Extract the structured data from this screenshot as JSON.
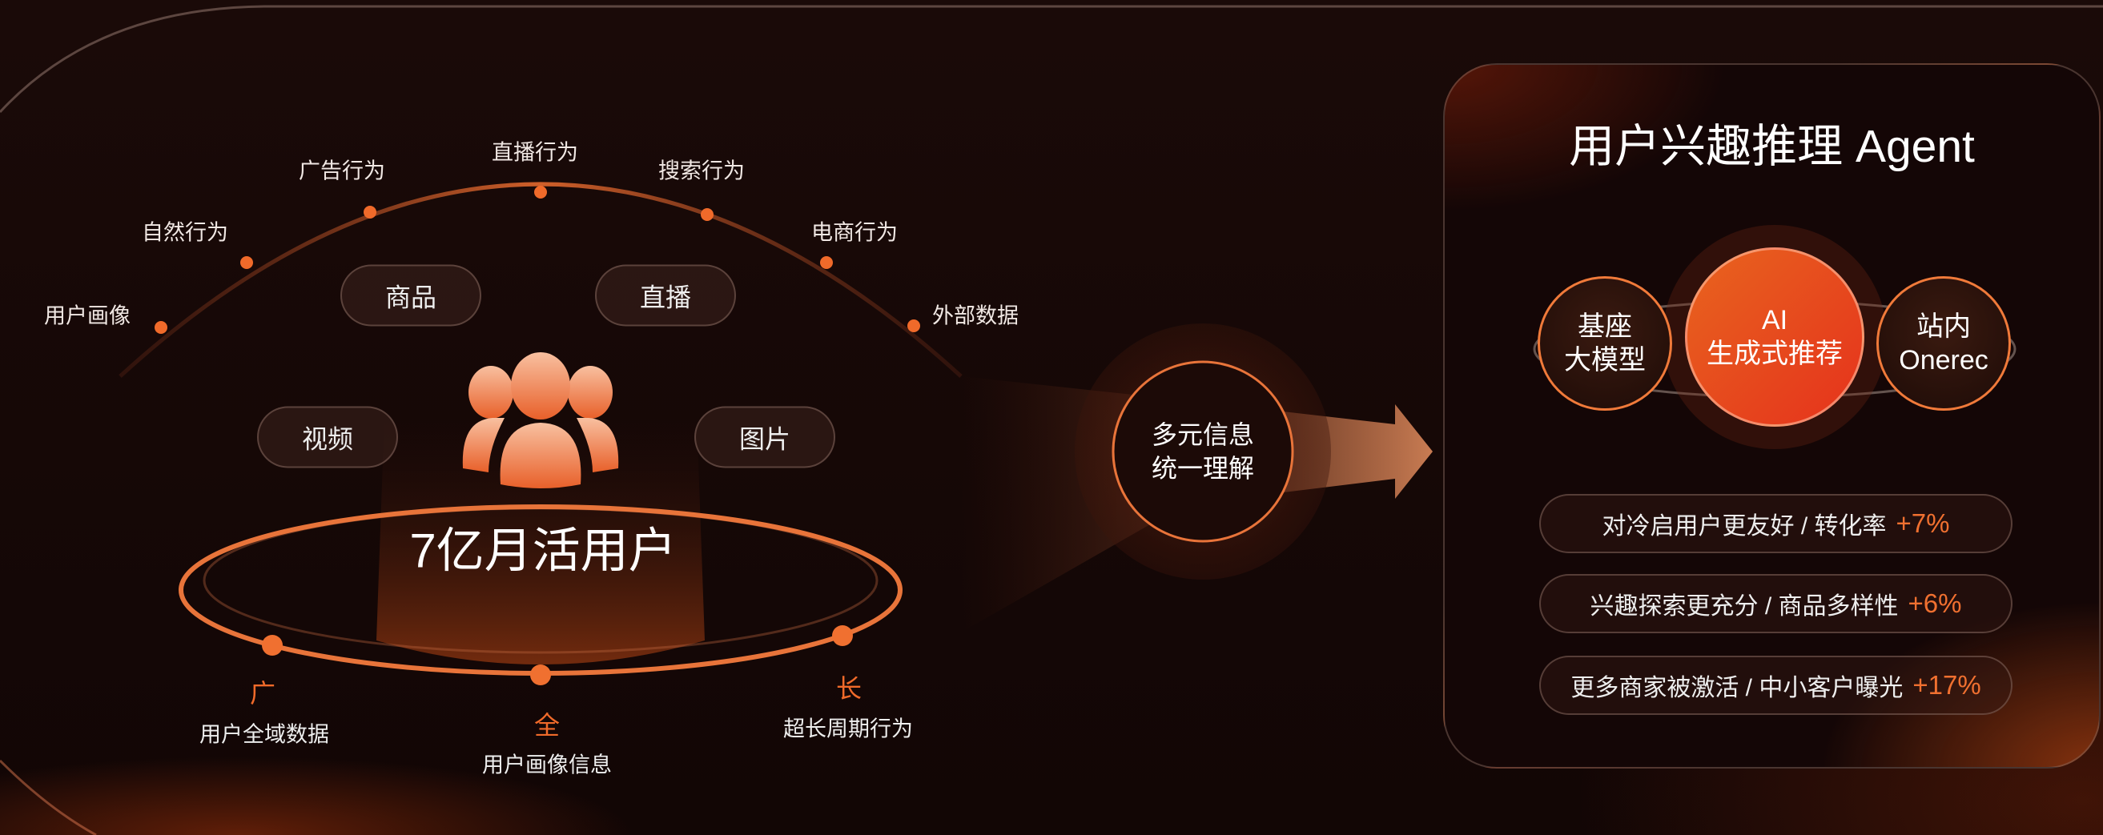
{
  "left": {
    "arc_labels": [
      "用户画像",
      "自然行为",
      "广告行为",
      "直播行为",
      "搜索行为",
      "电商行为",
      "外部数据"
    ],
    "pills": [
      "商品",
      "直播",
      "视频",
      "图片"
    ],
    "center_title": "7亿月活用户",
    "features": [
      {
        "key": "广",
        "desc": "用户全域数据"
      },
      {
        "key": "全",
        "desc": "用户画像信息"
      },
      {
        "key": "长",
        "desc": "超长周期行为"
      }
    ]
  },
  "middle": {
    "line1": "多元信息",
    "line2": "统一理解"
  },
  "panel": {
    "title": "用户兴趣推理 Agent",
    "circles": {
      "left": {
        "line1": "基座",
        "line2": "大模型"
      },
      "center": {
        "line1": "AI",
        "line2": "生成式推荐"
      },
      "right": {
        "line1": "站内",
        "line2": "Onerec"
      }
    },
    "stats": [
      {
        "text": "对冷启用户更友好 / 转化率",
        "value": "+7%"
      },
      {
        "text": "兴趣探索更充分 / 商品多样性",
        "value": "+6%"
      },
      {
        "text": "更多商家被激活 / 中小客户曝光",
        "value": "+17%"
      }
    ]
  },
  "colors": {
    "accent": "#f06a2a",
    "background": "#140707"
  }
}
